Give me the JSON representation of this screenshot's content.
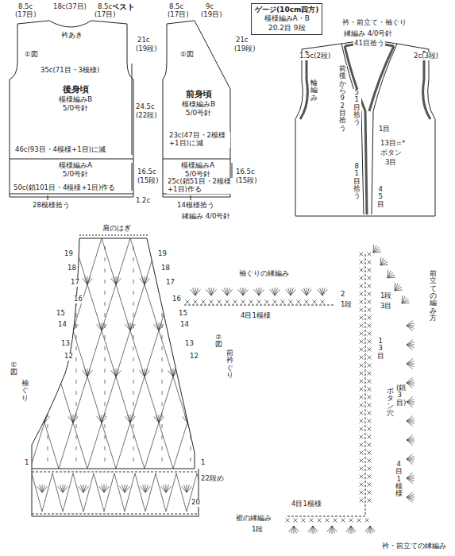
{
  "diagram": {
    "title": "ベスト",
    "nodes": [
      {
        "text": [
          "後身頃",
          "模様編みB",
          "5/0号針"
        ]
      },
      {
        "text": [
          "模様編みA",
          "5/0号針"
        ]
      },
      {
        "text": [
          "前身頃",
          "模様編みB",
          "5/0号針"
        ]
      },
      {
        "text": [
          "模様編みA",
          "5/0号針"
        ]
      },
      {
        "text": [
          "ゲージ(10cm四方)",
          "模様編みA・B",
          "20.2目 9段"
        ]
      }
    ],
    "labels": [
      "8.5c",
      "(17目)",
      "18c(37目)",
      "8.5c",
      "(17目)",
      "衿あき",
      "21c",
      "(19段)",
      "①図",
      "35c(71目・3模様)",
      "24.5c",
      "(22段)",
      "46c(93目・4模様+1目)に減",
      "16.5c",
      "(15段)",
      "50c(鎖101目・4模様+1目)作る",
      "28模様拾う",
      "1.2c",
      "8.5c",
      "(17目)",
      "9c",
      "(19目)",
      "21c",
      "(19段)",
      "②図",
      "23c(47目・2模様+1目)に減",
      "16.5c",
      "(15段)",
      "25c(鎖51目・2模様+1目)作る",
      "縁編み 4/0号針",
      "14模様拾う",
      "衿・前立て・袖ぐり",
      "縁編み 4/0号針",
      "41目拾う",
      "1.5c(2段)",
      "2c(3段)",
      "前後から92目拾う",
      "51目拾う",
      "輪編み",
      "1目",
      "13目=*",
      "ボタン",
      "3目",
      "81目拾う",
      "45目",
      "肩のはぎ",
      "19",
      "18",
      "17",
      "16",
      "15",
      "14",
      "13",
      "12",
      "19",
      "18",
      "17",
      "16",
      "15",
      "14",
      "13",
      "12",
      "①図",
      "袖ぐり",
      "②図",
      "前衿ぐり",
      "1",
      "1",
      "22段め",
      "20",
      "裾の縁編み",
      "1段",
      "4目1模様",
      "袖ぐりの縁編み",
      "4目1模様",
      "2",
      "1段",
      "前立ての編み方",
      "1段",
      "3目",
      "13目",
      "ボタン穴",
      "(鎖3目)",
      "4目1模様",
      "衿・前立ての縁編み"
    ]
  }
}
